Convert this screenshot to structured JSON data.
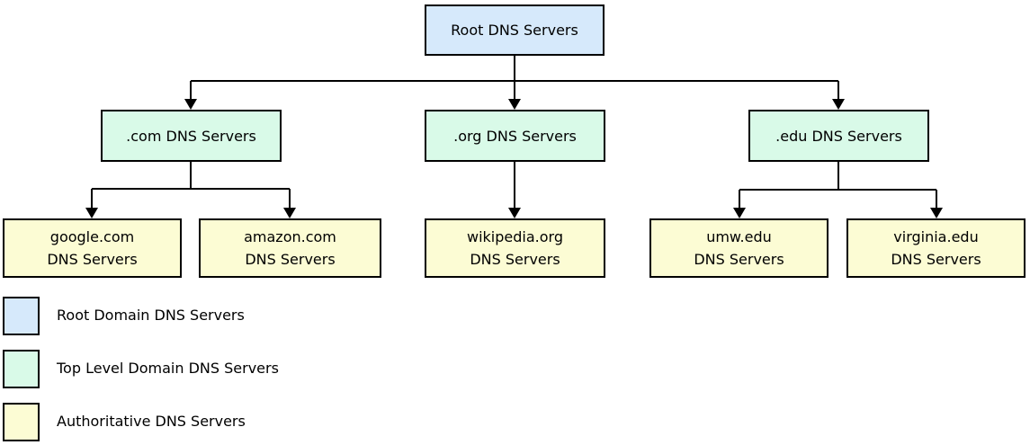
{
  "diagram": {
    "root": {
      "label": "Root DNS Servers"
    },
    "tlds": [
      {
        "label": ".com DNS Servers"
      },
      {
        "label": ".org DNS Servers"
      },
      {
        "label": ".edu DNS Servers"
      }
    ],
    "authoritative": [
      {
        "line1": "google.com",
        "line2": "DNS Servers"
      },
      {
        "line1": "amazon.com",
        "line2": "DNS Servers"
      },
      {
        "line1": "wikipedia.org",
        "line2": "DNS Servers"
      },
      {
        "line1": "umw.edu",
        "line2": "DNS Servers"
      },
      {
        "line1": "virginia.edu",
        "line2": "DNS Servers"
      }
    ]
  },
  "legend": {
    "items": [
      {
        "label": "Root Domain DNS Servers",
        "color": "#d6e9fb"
      },
      {
        "label": "Top Level Domain DNS Servers",
        "color": "#d9fae8"
      },
      {
        "label": "Authoritative DNS Servers",
        "color": "#fcfcd4"
      }
    ]
  },
  "colors": {
    "root_fill": "#d6e9fb",
    "tld_fill": "#d9fae8",
    "authoritative_fill": "#fcfcd4",
    "border": "#000000",
    "connector": "#000000"
  }
}
